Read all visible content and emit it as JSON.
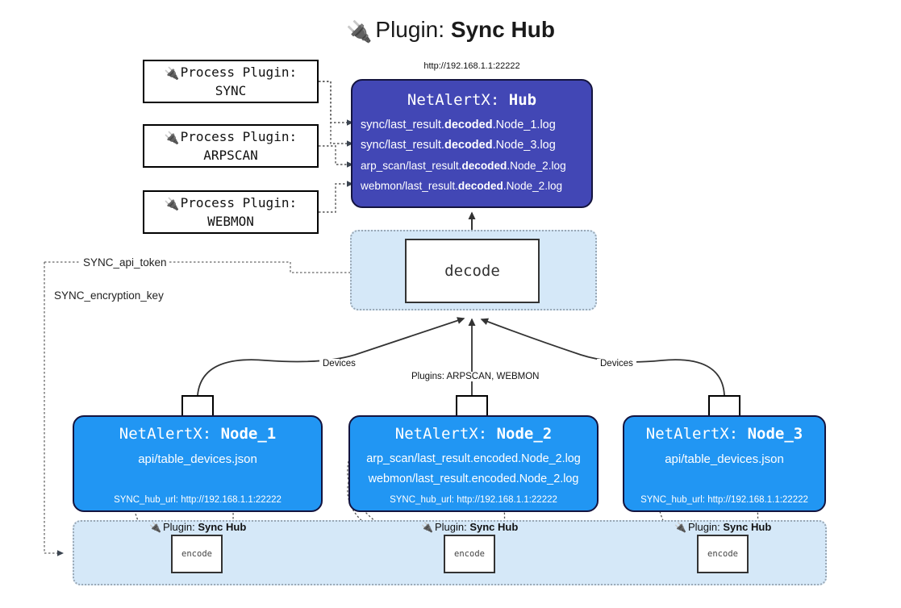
{
  "header": {
    "plug_icon": "plug-icon",
    "title_prefix": "Plugin: ",
    "title_name": "Sync Hub",
    "hub_url": "http://192.168.1.1:22222"
  },
  "process_plugins": [
    {
      "line1": "Process Plugin:",
      "line2": "SYNC"
    },
    {
      "line1": "Process Plugin:",
      "line2": "ARPSCAN"
    },
    {
      "line1": "Process Plugin:",
      "line2": "WEBMON"
    }
  ],
  "hub": {
    "title_prefix": "NetAlertX: ",
    "title_name": "Hub",
    "lines": [
      {
        "pre": "sync/last_result.",
        "bold": "decoded",
        "post": ".Node_1.log"
      },
      {
        "pre": "sync/last_result.",
        "bold": "decoded",
        "post": ".Node_3.log"
      },
      {
        "pre": "arp_scan/last_result.",
        "bold": "decoded",
        "post": ".Node_2.log"
      },
      {
        "pre": "webmon/last_result.",
        "bold": "decoded",
        "post": ".Node_2.log"
      }
    ]
  },
  "decode": {
    "label": "decode"
  },
  "keys": {
    "api_token": "SYNC_api_token",
    "encryption_key": "SYNC_encryption_key"
  },
  "edge_labels": {
    "devices_left": "Devices",
    "devices_right": "Devices",
    "plugins_center": "Plugins: ARPSCAN, WEBMON"
  },
  "nodes": [
    {
      "title_prefix": "NetAlertX: ",
      "title_name": "Node_1",
      "lines": [
        "api/table_devices.json"
      ],
      "hub_url": "SYNC_hub_url: http://192.168.1.1:22222"
    },
    {
      "title_prefix": "NetAlertX: ",
      "title_name": "Node_2",
      "lines": [
        "arp_scan/last_result.encoded.Node_2.log",
        "webmon/last_result.encoded.Node_2.log"
      ],
      "hub_url": "SYNC_hub_url: http://192.168.1.1:22222"
    },
    {
      "title_prefix": "NetAlertX: ",
      "title_name": "Node_3",
      "lines": [
        "api/table_devices.json"
      ],
      "hub_url": "SYNC_hub_url: http://192.168.1.1:22222"
    }
  ],
  "bottom_plugins": [
    {
      "label_prefix": "Plugin: ",
      "label_name": "Sync Hub",
      "box_label": "encode"
    },
    {
      "label_prefix": "Plugin: ",
      "label_name": "Sync Hub",
      "box_label": "encode"
    },
    {
      "label_prefix": "Plugin: ",
      "label_name": "Sync Hub",
      "box_label": "encode"
    }
  ],
  "colors": {
    "hub_fill": "#4247b5",
    "node_fill": "#2196f3",
    "container_fill": "#d5e8f8",
    "box_border": "#333333",
    "dotted_border": "#9aa8b5"
  },
  "icons": {
    "envelope": "envelope-icon",
    "plug": "plug-icon"
  }
}
